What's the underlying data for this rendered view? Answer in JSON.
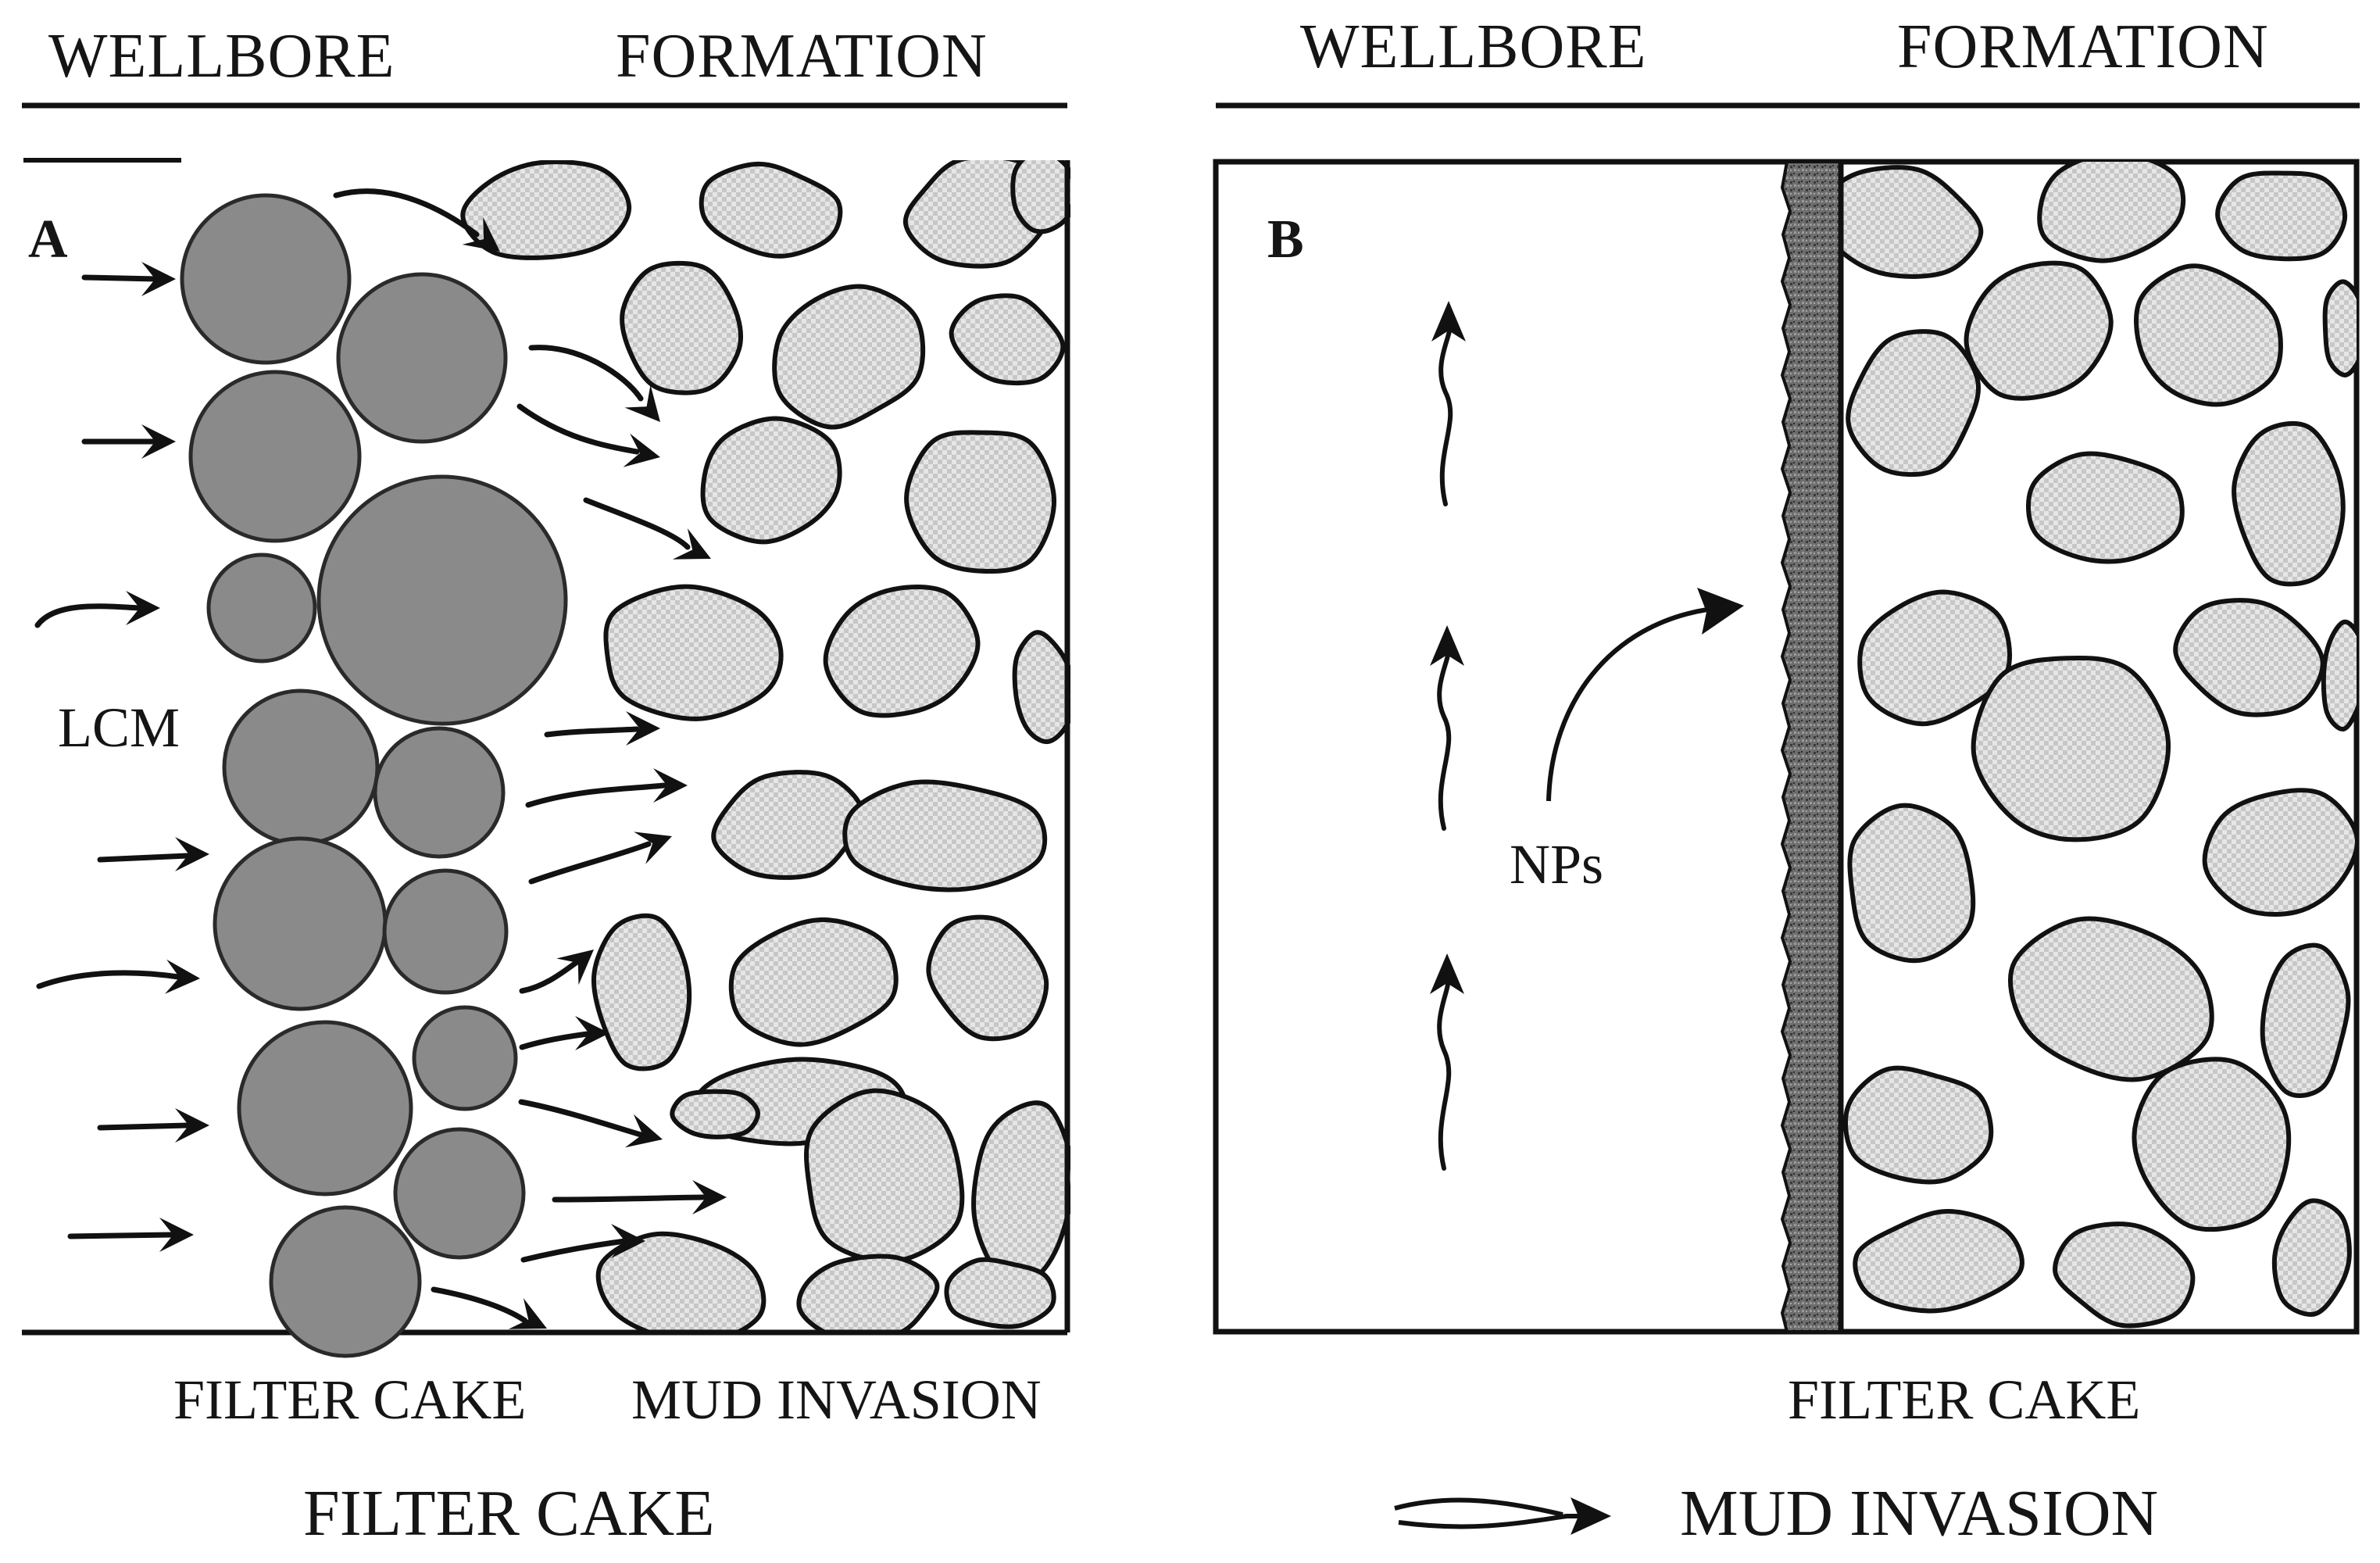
{
  "panel_a": {
    "letter": "A",
    "header_left": "WELLBORE",
    "header_right": "FORMATION",
    "lcm_label": "LCM",
    "bottom_left": "FILTER CAKE",
    "bottom_right": "MUD INVASION",
    "caption": "FILTER CAKE"
  },
  "panel_b": {
    "letter": "B",
    "header_left": "WELLBORE",
    "header_right": "FORMATION",
    "nps_label": "NPs",
    "bottom_label": "FILTER CAKE",
    "caption": "MUD INVASION"
  },
  "colors": {
    "lcm_particle_fill": "#8a8a8a",
    "grain_fill_light": "#e4e4e4",
    "grain_fill_dark": "#c9c9c9",
    "filter_cake_fill": "#6f6f6f",
    "line": "#111111"
  },
  "icons": {
    "flow_arrow": "arrow-right-icon",
    "upward_flow": "wavy-arrow-up-icon",
    "curved_arrow": "curved-arrow-icon",
    "legend_arrow": "forked-arrow-icon"
  }
}
